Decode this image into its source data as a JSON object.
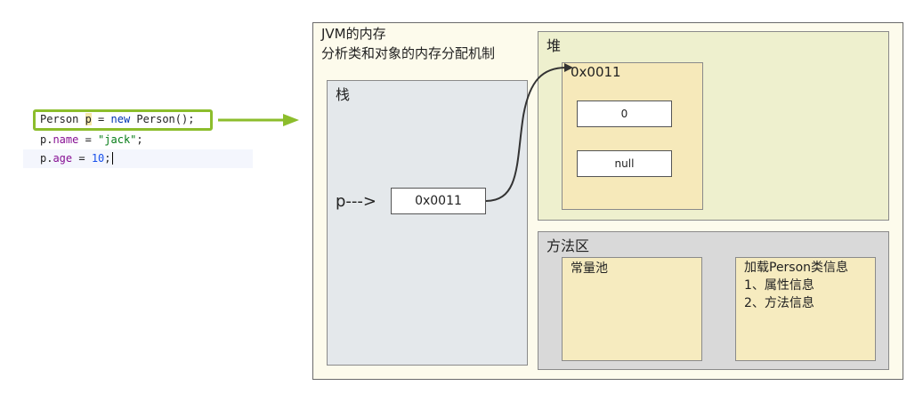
{
  "code": {
    "line1": {
      "type": "Person",
      "var": "p",
      "assign": " = ",
      "keyword": "new",
      "call": " Person();"
    },
    "line2": {
      "obj": "p.",
      "field": "name",
      "assign": " = ",
      "value": "\"jack\"",
      "end": ";"
    },
    "line3": {
      "obj": "p.",
      "field": "age",
      "assign": " = ",
      "value": "10",
      "end": ";"
    }
  },
  "jvm": {
    "title": "JVM的内存",
    "subtitle": "分析类和对象的内存分配机制",
    "stack": {
      "label": "栈",
      "pointer_label": "p--->",
      "address": "0x0011"
    },
    "heap": {
      "label": "堆",
      "object": {
        "address": "0x0011",
        "fields": [
          "0",
          "null"
        ]
      }
    },
    "method_area": {
      "label": "方法区",
      "constant_pool": "常量池",
      "class_info": [
        "加载Person类信息",
        "1、属性信息",
        "2、方法信息"
      ]
    }
  },
  "colors": {
    "highlight": "#8cbd2c",
    "arrow": "#8cbd2c",
    "pointer_arrow": "#333333"
  }
}
